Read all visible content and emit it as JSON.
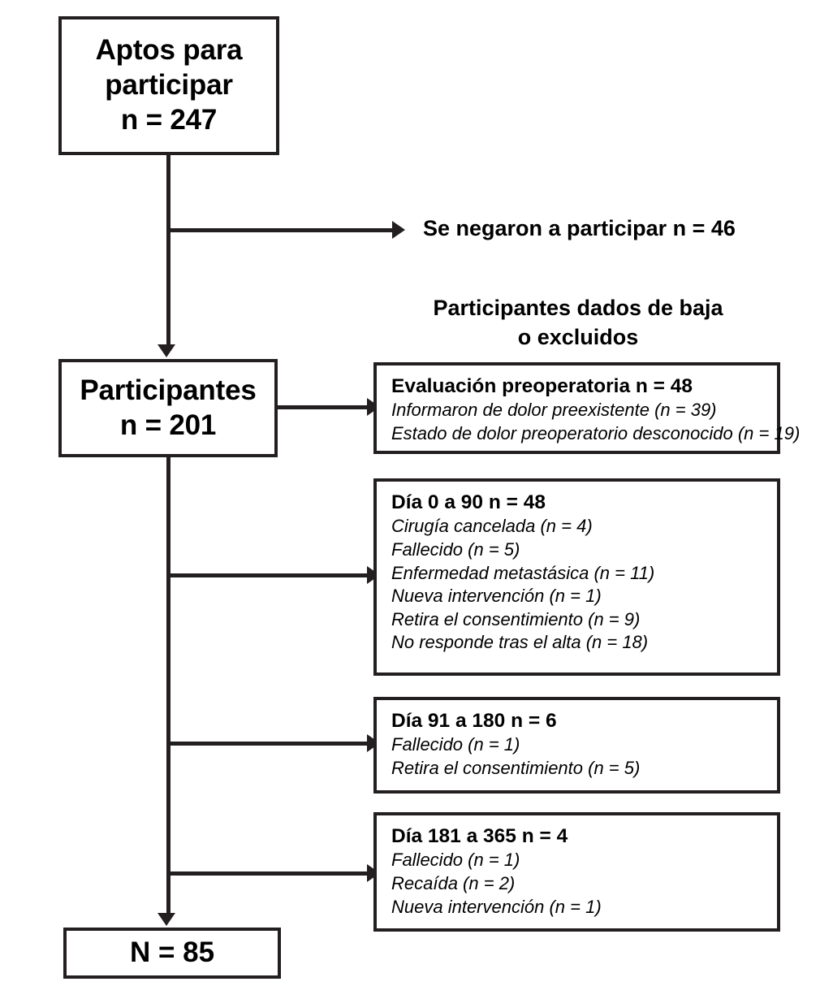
{
  "diagram": {
    "type": "participant-flow-diagram",
    "language": "es",
    "colors": {
      "stroke": "#231f20",
      "background": "#ffffff",
      "text": "#000000"
    },
    "main_flow": {
      "eligible": {
        "line1": "Aptos para",
        "line2": "participar",
        "line3": "n = 247"
      },
      "participants": {
        "line1": "Participantes",
        "line2": "n = 201"
      },
      "final": {
        "line1": "N = 85"
      }
    },
    "refused_label": "Se negaron a participar n = 46",
    "exclusions_heading": {
      "line1": "Participantes dados de baja",
      "line2": "o excluidos"
    },
    "exclusion_boxes": [
      {
        "title": "Evaluación preoperatoria n = 48",
        "items": [
          "Informaron de dolor preexistente (n = 39)",
          "Estado de dolor preoperatorio desconocido (n = 19)"
        ]
      },
      {
        "title": "Día 0 a 90 n = 48",
        "items": [
          "Cirugía cancelada (n = 4)",
          "Fallecido (n = 5)",
          "Enfermedad metastásica (n = 11)",
          "Nueva intervención (n = 1)",
          "Retira el consentimiento (n = 9)",
          "No responde tras el alta (n = 18)"
        ]
      },
      {
        "title": "Día 91 a 180 n = 6",
        "items": [
          "Fallecido (n = 1)",
          "Retira el consentimiento (n = 5)"
        ]
      },
      {
        "title": "Día 181 a 365 n = 4",
        "items": [
          "Fallecido (n = 1)",
          "Recaída (n = 2)",
          "Nueva intervención (n = 1)"
        ]
      }
    ]
  }
}
